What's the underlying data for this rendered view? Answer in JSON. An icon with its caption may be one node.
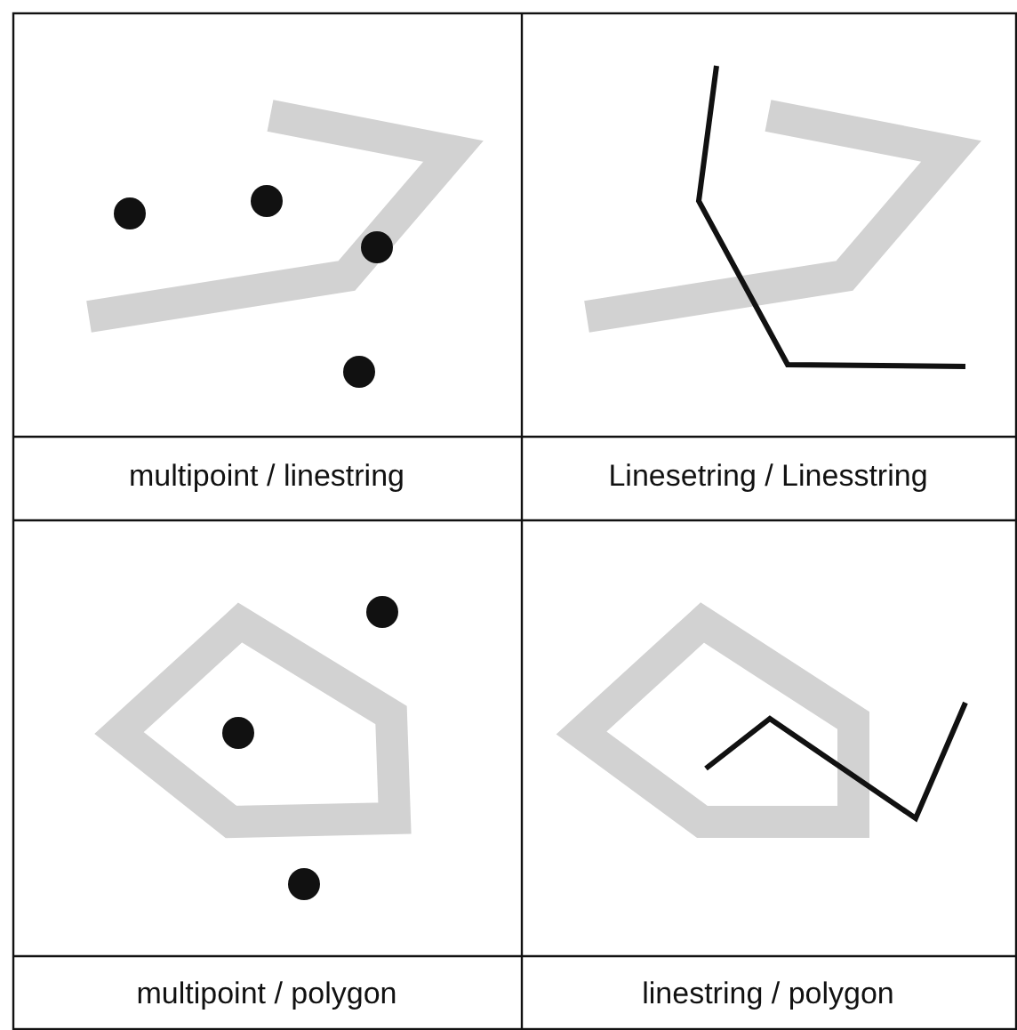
{
  "diagram": {
    "labels": [
      "multipoint / linestring",
      "Linesetring / Linesstring",
      "multipoint / polygon",
      "linestring / polygon"
    ]
  }
}
